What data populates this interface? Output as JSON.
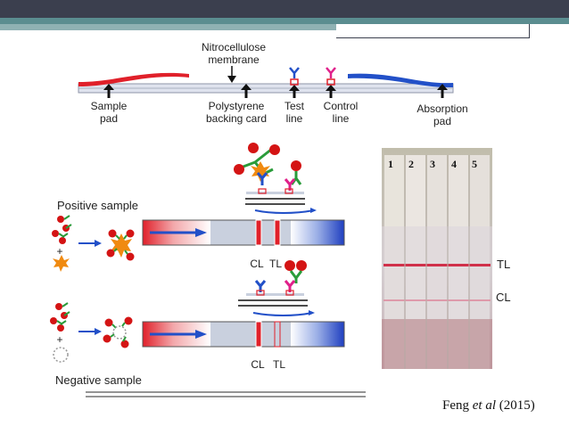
{
  "top": {
    "nitro_line1": "Nitrocellulose",
    "nitro_line2": "membrane",
    "sample_line1": "Sample",
    "sample_line2": "pad",
    "poly_line1": "Polystyrene",
    "poly_line2": "backing card",
    "test_line1": "Test",
    "test_line2": "line",
    "control_line1": "Control",
    "control_line2": "line",
    "absorb_line1": "Absorption",
    "absorb_line2": "pad"
  },
  "positive": {
    "label": "Positive sample",
    "plus": "+",
    "cl": "CL",
    "tl": "TL"
  },
  "negative": {
    "label": "Negative sample",
    "plus": "+",
    "cl": "CL",
    "tl": "TL"
  },
  "photo": {
    "numbers": [
      "1",
      "2",
      "3",
      "4",
      "5"
    ],
    "tl": "TL",
    "cl": "CL"
  },
  "citation": {
    "author": "Feng ",
    "etal": "et al",
    "year": " (2015)"
  },
  "colors": {
    "header_dark": "#3b3f4e",
    "header_teal": "#5b8d90",
    "red": "#e0202a",
    "blue": "#2250c8",
    "pink": "#e0208a"
  }
}
